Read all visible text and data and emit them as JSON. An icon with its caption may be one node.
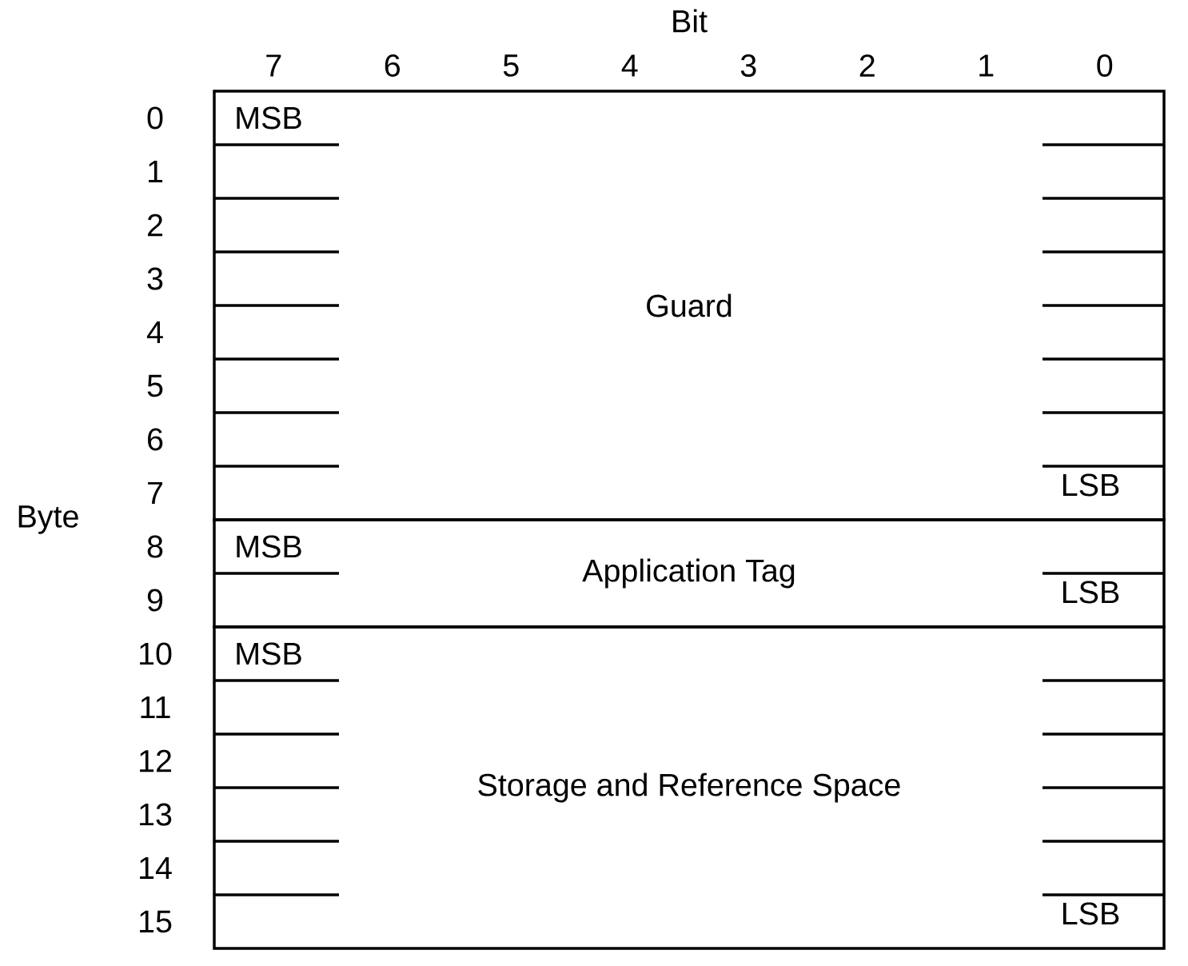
{
  "diagram": {
    "nodes": [
      {
        "text": [
          "MSB",
          "Guard",
          "LSB"
        ]
      },
      {
        "text": [
          "MSB",
          "Application Tag",
          "LSB"
        ]
      },
      {
        "text": [
          "MSB",
          "Storage and Reference Space",
          "LSB"
        ]
      }
    ],
    "labels": [
      "Bit",
      "7",
      "6",
      "5",
      "4",
      "3",
      "2",
      "1",
      "0",
      "0",
      "1",
      "2",
      "3",
      "4",
      "5",
      "6",
      "7",
      "Byte",
      "8",
      "9",
      "10",
      "11",
      "12",
      "13",
      "14",
      "15"
    ]
  }
}
